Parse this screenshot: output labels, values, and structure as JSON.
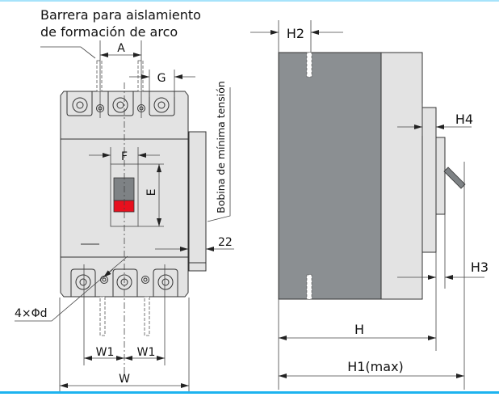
{
  "title_lines": [
    "Barrera para aislamiento",
    "de formación de arco"
  ],
  "labels": {
    "A": "A",
    "G": "G",
    "F": "F",
    "E": "E",
    "bobina": "Bobina de mínima tensión",
    "d22": "22",
    "holes": "4×Φd",
    "W1a": "W1",
    "W1b": "W1",
    "W": "W",
    "H2": "H2",
    "H4": "H4",
    "H3": "H3",
    "H": "H",
    "H1": "H1(max)"
  },
  "colors": {
    "body_light": "#e3e3e3",
    "body_dark": "#8b8f92",
    "handle_red": "#e8101e",
    "handle_gray": "#7e8285",
    "frame_top": "#a6e3fb",
    "frame_bottom": "#1cb3ef"
  }
}
